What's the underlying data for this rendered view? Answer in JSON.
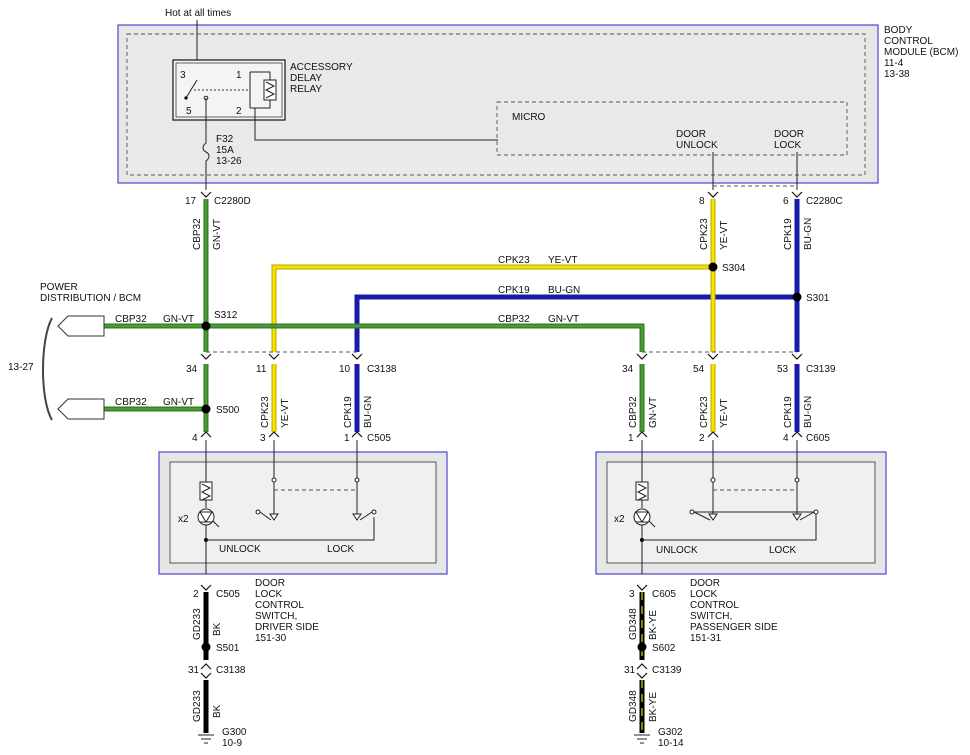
{
  "colors": {
    "gn_vt_outer": "#2f7d1e",
    "gn_vt_inner": "#4d9a3a",
    "ye_vt_outer": "#b8a400",
    "ye_vt_inner": "#f4e400",
    "bu_gn": "#1a1aa8",
    "bk": "#000000",
    "module_border": "#4a4ad0"
  },
  "bcm": {
    "name": [
      "BODY",
      "CONTROL",
      "MODULE (BCM)",
      "11-4",
      "13-38"
    ],
    "hot_label": "Hot at all times",
    "relay_label": [
      "ACCESSORY",
      "DELAY",
      "RELAY"
    ],
    "relay_pins": {
      "p3": "3",
      "p1": "1",
      "p5": "5",
      "p2": "2"
    },
    "fuse": [
      "F32",
      "15A",
      "13-26"
    ],
    "micro_label": "MICRO",
    "door_unlock": [
      "DOOR",
      "UNLOCK"
    ],
    "door_lock": [
      "DOOR",
      "LOCK"
    ],
    "conn_left_pin": "17",
    "conn_left": "C2280D",
    "conn_right_pin_a": "8",
    "conn_right_pin_b": "6",
    "conn_right": "C2280C"
  },
  "wires": {
    "cbp32": "CBP32",
    "gn_vt": "GN-VT",
    "cpk23": "CPK23",
    "ye_vt": "YE-VT",
    "cpk19": "CPK19",
    "bu_gn": "BU-GN",
    "gd233": "GD233",
    "bk": "BK",
    "gd348": "GD348",
    "bk_ye": "BK-YE"
  },
  "splices": {
    "s304": "S304",
    "s301": "S301",
    "s312": "S312",
    "s500": "S500",
    "s501": "S501",
    "s602": "S602"
  },
  "power_dist": {
    "label": [
      "POWER",
      "DISTRIBUTION / BCM"
    ],
    "ref": "13-27"
  },
  "c3138": {
    "name": "C3138",
    "pins": [
      "34",
      "11",
      "10"
    ]
  },
  "c3139": {
    "name": "C3139",
    "pins": [
      "34",
      "54",
      "53"
    ]
  },
  "c505": {
    "name": "C505",
    "pins": [
      "4",
      "3",
      "1"
    ],
    "bottom_pin": "2"
  },
  "c605": {
    "name": "C605",
    "pins": [
      "1",
      "2",
      "4"
    ],
    "bottom_pin": "3"
  },
  "switch": {
    "unlock": "UNLOCK",
    "lock": "LOCK",
    "x2": "x2"
  },
  "driver_switch": {
    "label": [
      "DOOR",
      "LOCK",
      "CONTROL",
      "SWITCH,",
      "DRIVER SIDE",
      "151-30"
    ]
  },
  "pass_switch": {
    "label": [
      "DOOR",
      "LOCK",
      "CONTROL",
      "SWITCH,",
      "PASSENGER SIDE",
      "151-31"
    ]
  },
  "ground_left": {
    "conn": "C3138",
    "pin": "31",
    "ground": "G300",
    "ref": "10-9"
  },
  "ground_right": {
    "conn": "C3139",
    "pin": "31",
    "ground": "G302",
    "ref": "10-14"
  }
}
